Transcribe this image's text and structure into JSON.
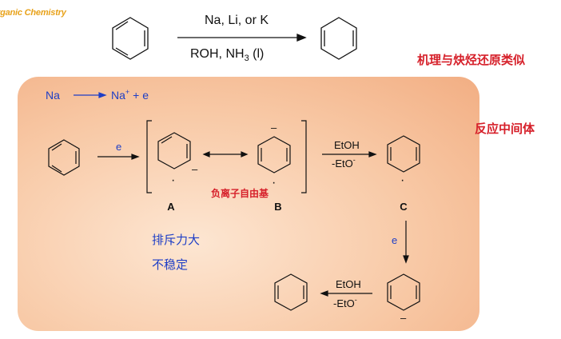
{
  "header": {
    "title": "rganic Chemistry"
  },
  "top_reaction": {
    "reagent_above": "Na, Li, or K",
    "reagent_below_main": "ROH, NH",
    "reagent_below_sub": "3",
    "reagent_below_tail": " (l)"
  },
  "notes": {
    "mechanism": "机理与炔烃还原类似",
    "intermediate": "反应中间体"
  },
  "panel": {
    "na_label": "Na",
    "na_plus": "Na",
    "na_plus_sup": "+",
    "electron": "+  e",
    "step1_e": "e",
    "radical_anion": "负离子自由基",
    "label_a": "A",
    "label_b": "B",
    "label_c": "C",
    "etoh_1": "EtOH",
    "eto_1": "-EtO",
    "eto_1_sup": "-",
    "step3_e": "e",
    "etoh_2": "EtOH",
    "eto_2": "-EtO",
    "eto_2_sup": "-",
    "repulsion_1": "排斥力大",
    "repulsion_2": "不稳定",
    "minus_sign": "–",
    "dot_sign": "·"
  },
  "colors": {
    "header": "#e8a21a",
    "note_red": "#d6202a",
    "blue_text": "#1e3ec6",
    "panel_edge": "#f2ae83"
  }
}
